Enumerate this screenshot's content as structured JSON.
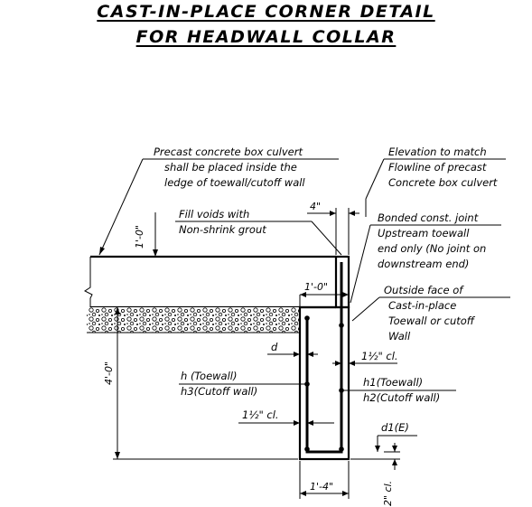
{
  "title": {
    "line1": "CAST-IN-PLACE CORNER DETAIL",
    "line2": "FOR HEADWALL COLLAR"
  },
  "notes": {
    "precast_box": [
      "Precast concrete box culvert",
      "shall be placed inside the",
      "ledge of toewall/cutoff wall"
    ],
    "elevation": [
      "Elevation to match",
      "Flowline of precast",
      "Concrete box culvert"
    ],
    "fill_voids": [
      "Fill voids with",
      "Non-shrink grout"
    ],
    "bonded_joint": [
      "Bonded const. joint",
      "Upstream toewall",
      "end only (No joint on",
      "downstream end)"
    ],
    "outside_face": [
      "Outside face of",
      "Cast-in-place",
      "Toewall or cutoff",
      "Wall"
    ]
  },
  "dimensions": {
    "top_slab": "1'-0\"",
    "gap": "4\"",
    "ledge": "1'-0\"",
    "height": "4'-0\"",
    "width": "1'-4\"",
    "bottom_clear": "2\" cl."
  },
  "labels": {
    "d": "d",
    "clear_right": "1½\" cl.",
    "clear_left": "1½\" cl.",
    "h_toewall": "h (Toewall)",
    "h3_cutoff": "h3(Cutoff wall)",
    "h1_toewall": "h1(Toewall)",
    "h2_cutoff": "h2(Cutoff wall)",
    "d1": "d1(E)"
  }
}
